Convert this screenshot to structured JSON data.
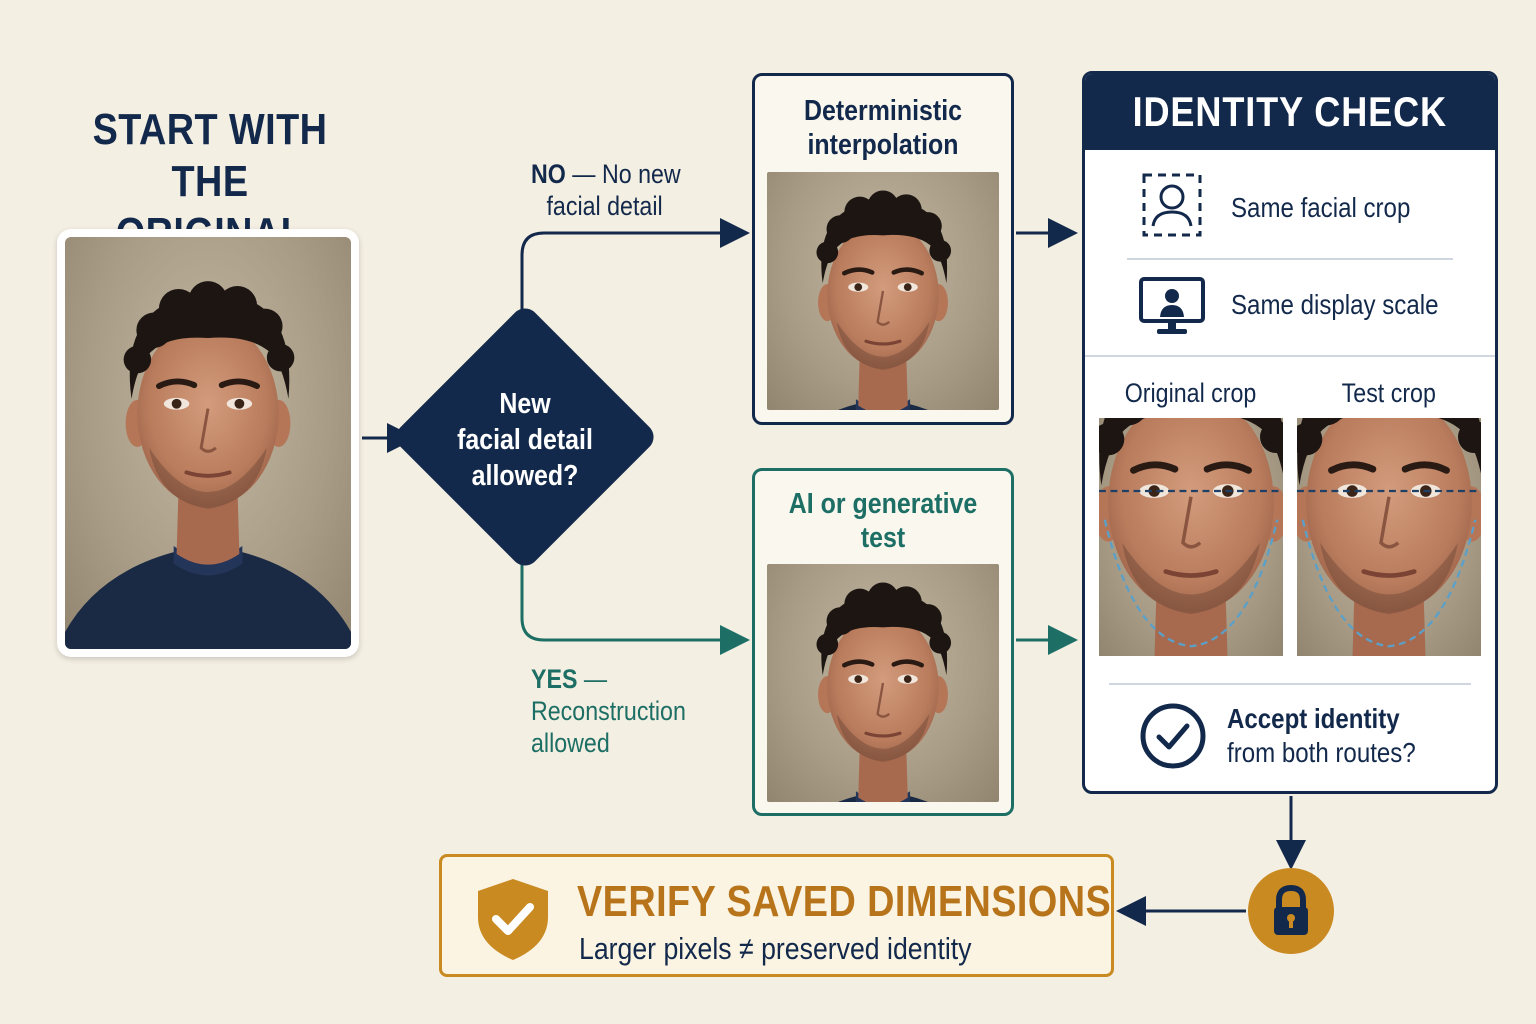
{
  "start": {
    "title_line1": "START WITH",
    "title_line2": "THE ORIGINAL"
  },
  "decision": {
    "line1": "New",
    "line2": "facial detail",
    "line3": "allowed?"
  },
  "branch_no": {
    "keyword": "NO",
    "line1_rest": " — No new",
    "line2": "facial detail"
  },
  "branch_yes": {
    "keyword": "YES",
    "line1_rest": " —",
    "line2": "Reconstruction",
    "line3": "allowed"
  },
  "route_deterministic": {
    "title_line1": "Deterministic",
    "title_line2": "interpolation"
  },
  "route_ai": {
    "title_line1": "AI or generative",
    "title_line2": "test"
  },
  "identity_check": {
    "header": "IDENTITY CHECK",
    "item1": "Same facial crop",
    "item2": "Same display scale",
    "original_crop_label": "Original crop",
    "test_crop_label": "Test crop",
    "accept_line1": "Accept identity",
    "accept_line2": "from both routes?"
  },
  "verify": {
    "title": "VERIFY SAVED DIMENSIONS",
    "subtitle": "Larger pixels ≠ preserved identity"
  },
  "colors": {
    "navy": "#13294b",
    "teal": "#1d6e64",
    "gold": "#c98a22",
    "background": "#f4efe3"
  },
  "icons": [
    "face-crop-icon",
    "monitor-person-icon",
    "check-circle-icon",
    "shield-check-icon",
    "lock-icon"
  ]
}
